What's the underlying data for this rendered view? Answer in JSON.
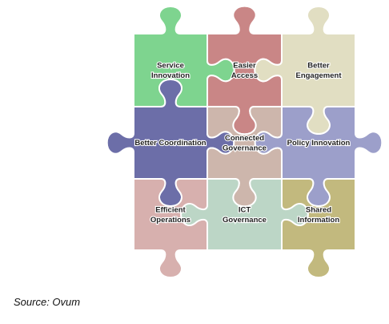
{
  "pieces": [
    {
      "id": "service-innovation",
      "label_lines": [
        "Service",
        "Innovation"
      ],
      "color": "#7ed48f"
    },
    {
      "id": "easier-access",
      "label_lines": [
        "Easier",
        "Access"
      ],
      "color": "#c98686"
    },
    {
      "id": "better-engagement",
      "label_lines": [
        "Better",
        "Engagement"
      ],
      "color": "#e1dec2"
    },
    {
      "id": "better-coordination",
      "label_lines": [
        "Better Coordination"
      ],
      "color": "#6c6ea8"
    },
    {
      "id": "connected-governance",
      "label_lines": [
        "Connected",
        "Governance"
      ],
      "color": "#cdb6ac"
    },
    {
      "id": "policy-innovation",
      "label_lines": [
        "Policy Innovation"
      ],
      "color": "#9c9fca"
    },
    {
      "id": "efficient-operations",
      "label_lines": [
        "Efficient",
        "Operations"
      ],
      "color": "#d7b0ae"
    },
    {
      "id": "ict-governance",
      "label_lines": [
        "ICT",
        "Governance"
      ],
      "color": "#bcd6c6"
    },
    {
      "id": "shared-information",
      "label_lines": [
        "Shared",
        "Information"
      ],
      "color": "#c2b97e"
    }
  ],
  "caption": "Source: Ovum"
}
